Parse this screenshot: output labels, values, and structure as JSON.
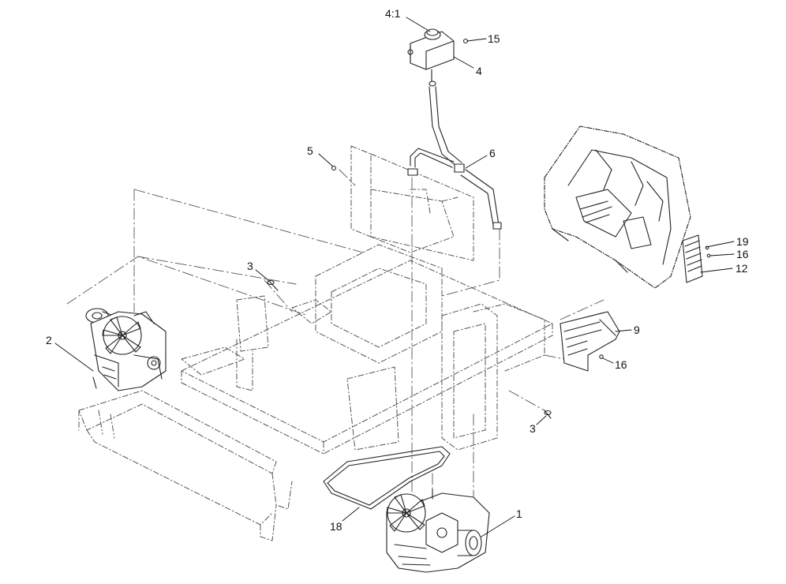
{
  "diagram": {
    "callouts": [
      {
        "id": "c-4-1",
        "label": "4:1"
      },
      {
        "id": "c-15",
        "label": "15"
      },
      {
        "id": "c-4",
        "label": "4"
      },
      {
        "id": "c-5",
        "label": "5"
      },
      {
        "id": "c-6",
        "label": "6"
      },
      {
        "id": "c-3a",
        "label": "3"
      },
      {
        "id": "c-2",
        "label": "2"
      },
      {
        "id": "c-19",
        "label": "19"
      },
      {
        "id": "c-16a",
        "label": "16"
      },
      {
        "id": "c-12",
        "label": "12"
      },
      {
        "id": "c-9",
        "label": "9"
      },
      {
        "id": "c-16b",
        "label": "16"
      },
      {
        "id": "c-3b",
        "label": "3"
      },
      {
        "id": "c-1",
        "label": "1"
      },
      {
        "id": "c-18",
        "label": "18"
      }
    ]
  }
}
